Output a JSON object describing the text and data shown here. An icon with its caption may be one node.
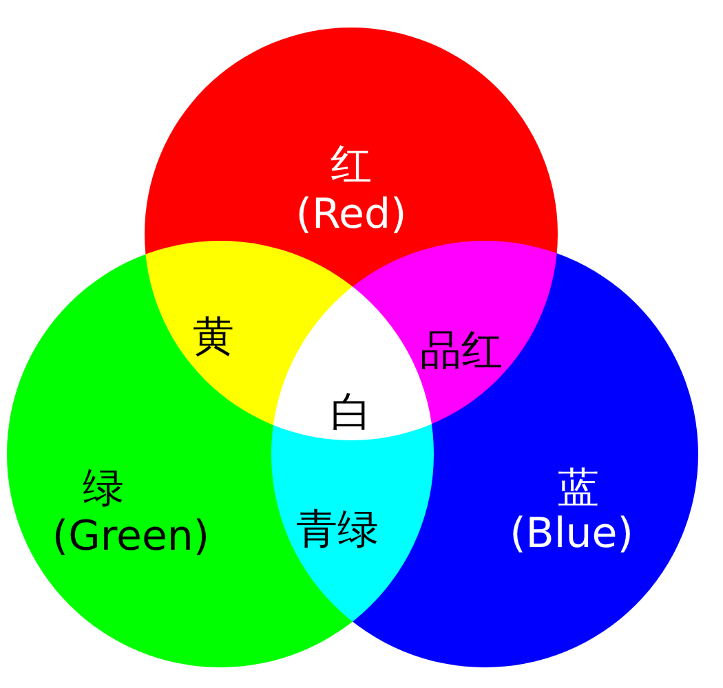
{
  "diagram": {
    "nodes": [
      {
        "text": [
          "红",
          "(Red)"
        ]
      },
      {
        "text": [
          "绿",
          "(Green)"
        ]
      },
      {
        "text": [
          "蓝",
          "(Blue)"
        ]
      }
    ],
    "edges": [],
    "labels": [
      "黄",
      "品红",
      "白",
      "青绿"
    ]
  }
}
